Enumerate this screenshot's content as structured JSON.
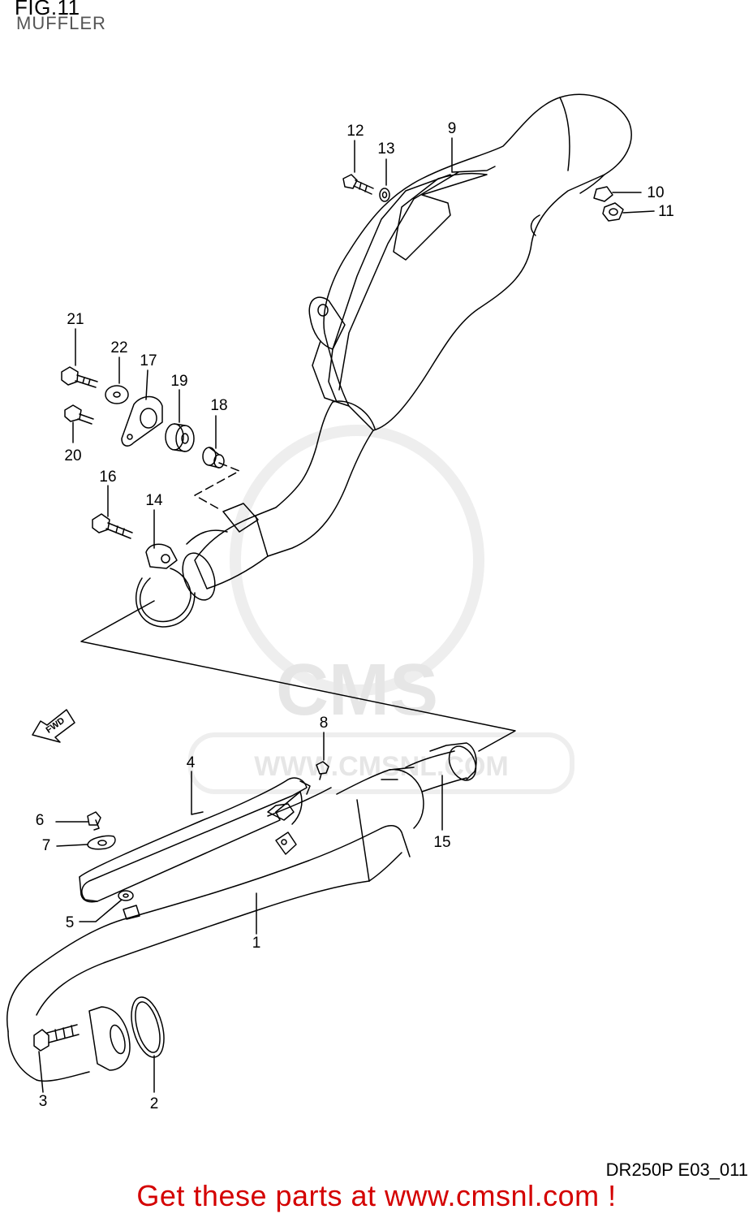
{
  "figure": {
    "title": "FIG.11",
    "subtitle": "MUFFLER"
  },
  "parts": [
    {
      "num": "1"
    },
    {
      "num": "2"
    },
    {
      "num": "3"
    },
    {
      "num": "4"
    },
    {
      "num": "5"
    },
    {
      "num": "6"
    },
    {
      "num": "7"
    },
    {
      "num": "8"
    },
    {
      "num": "9"
    },
    {
      "num": "10"
    },
    {
      "num": "11"
    },
    {
      "num": "12"
    },
    {
      "num": "13"
    },
    {
      "num": "14"
    },
    {
      "num": "15"
    },
    {
      "num": "16"
    },
    {
      "num": "17"
    },
    {
      "num": "18"
    },
    {
      "num": "19"
    },
    {
      "num": "20"
    },
    {
      "num": "21"
    },
    {
      "num": "22"
    }
  ],
  "fwd_label": "FWD",
  "watermark": {
    "logo_text": "CMS",
    "url_text": "WWW.CMSNL.COM"
  },
  "code": "DR250P E03_011",
  "promo": "Get these parts at www.cmsnl.com !",
  "colors": {
    "promo": "#d40000",
    "watermark": "#e6e6e6",
    "lines": "#000000"
  }
}
